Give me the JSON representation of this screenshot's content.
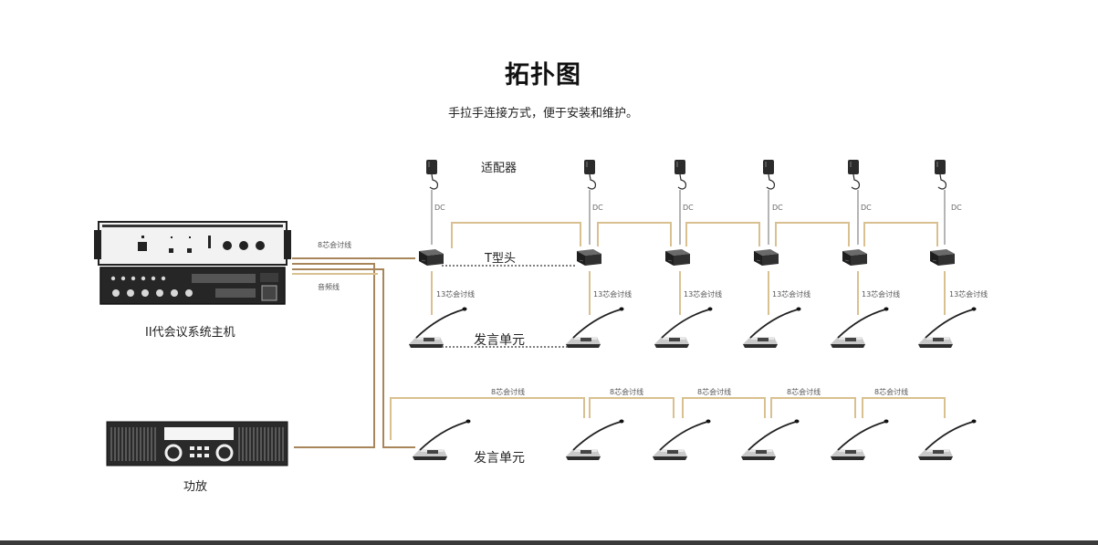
{
  "header": {
    "title": "拓扑图",
    "subtitle": "手拉手连接方式，便于安装和维护。"
  },
  "labels": {
    "adapter": "适配器",
    "t_head": "T型头",
    "speaker_unit": "发言单元",
    "speaker_unit_2": "发言单元",
    "host": "II代会议系统主机",
    "amplifier": "功放",
    "dc": "DC",
    "cable_13": "13芯会讨线",
    "cable_8": "8芯会讨线",
    "audio_line": "音频线"
  },
  "colors": {
    "cable_brown": "#a8855a",
    "cable_gold": "#d9c090",
    "dc_line": "#b5b5b5",
    "device_dark": "#2b2b2b"
  },
  "icons": {
    "adapter": "power-adapter-icon",
    "t_head": "t-junction-box-icon",
    "microphone": "gooseneck-microphone-icon",
    "host": "conference-host-icon",
    "amplifier": "power-amplifier-icon"
  }
}
